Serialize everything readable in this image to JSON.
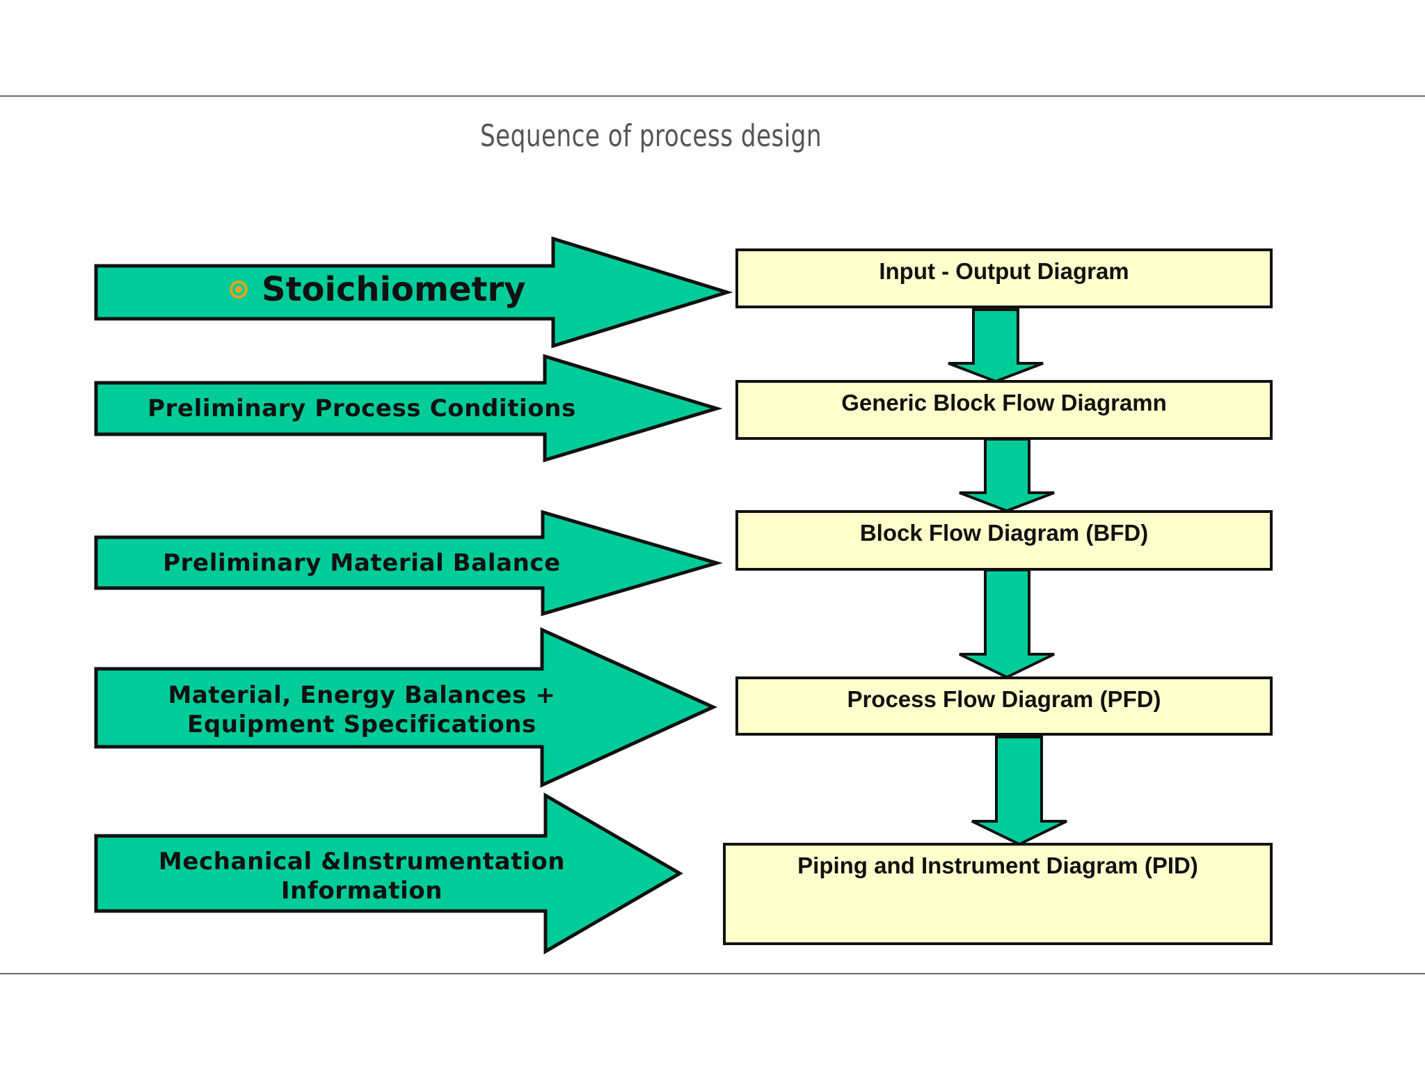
{
  "title": "Sequence of process design",
  "colors": {
    "arrow_fill": "#00cc99",
    "box_fill": "#ffffcc",
    "outline": "#111111",
    "bullet": "#e8a317"
  },
  "inputs": [
    {
      "lines": [
        "Stoichiometry"
      ],
      "bullet_icon": "target-bullet-icon"
    },
    {
      "lines": [
        "Preliminary Process Conditions"
      ]
    },
    {
      "lines": [
        "Preliminary Material Balance"
      ]
    },
    {
      "lines": [
        "Material, Energy Balances +",
        "Equipment Specifications"
      ]
    },
    {
      "lines": [
        "Mechanical &Instrumentation",
        "Information"
      ]
    }
  ],
  "stages": [
    {
      "label": "Input - Output  Diagram"
    },
    {
      "label": "Generic Block Flow Diagramn"
    },
    {
      "label": "Block Flow Diagram (BFD)"
    },
    {
      "label": "Process Flow Diagram (PFD)"
    },
    {
      "label": "Piping and Instrument Diagram (PID)"
    }
  ]
}
